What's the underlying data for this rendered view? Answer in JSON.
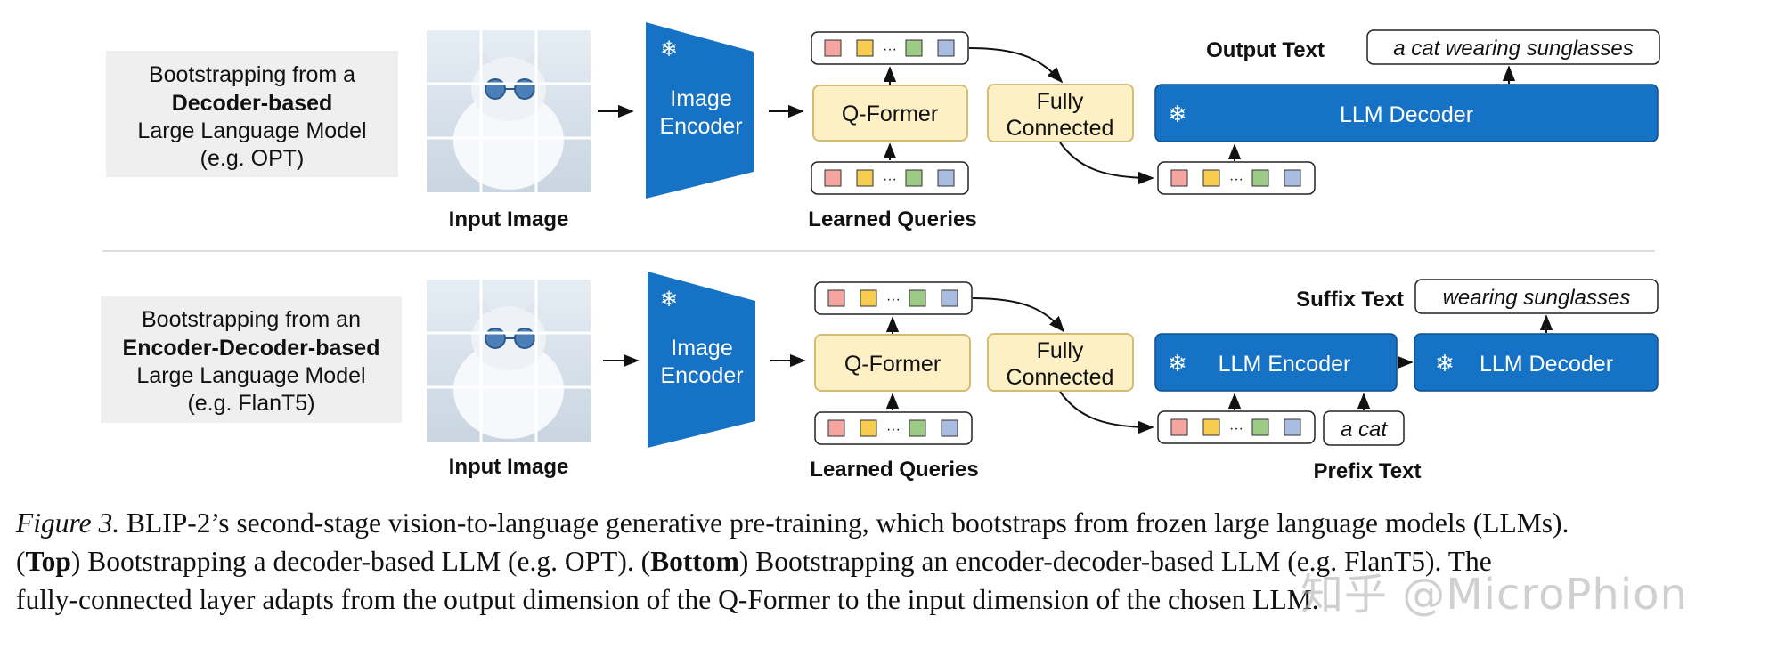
{
  "top_panel": {
    "description_lines": [
      "Bootstrapping from a",
      "Decoder-based",
      "Large Language Model",
      "(e.g. OPT)"
    ],
    "input_image_label": "Input Image",
    "image_encoder_lines": [
      "Image",
      "Encoder"
    ],
    "qformer_label": "Q-Former",
    "learned_queries_label": "Learned Queries",
    "fc_lines": [
      "Fully",
      "Connected"
    ],
    "llm_decoder_label": "LLM Decoder",
    "output_text_label": "Output Text",
    "output_text_value": "a cat wearing sunglasses"
  },
  "bottom_panel": {
    "description_lines": [
      "Bootstrapping from an",
      "Encoder-Decoder-based",
      "Large Language Model",
      "(e.g. FlanT5)"
    ],
    "input_image_label": "Input Image",
    "image_encoder_lines": [
      "Image",
      "Encoder"
    ],
    "qformer_label": "Q-Former",
    "learned_queries_label": "Learned Queries",
    "fc_lines": [
      "Fully",
      "Connected"
    ],
    "llm_encoder_label": "LLM Encoder",
    "llm_decoder_label": "LLM Decoder",
    "suffix_text_label": "Suffix Text",
    "suffix_text_value": "wearing sunglasses",
    "prefix_text_label": "Prefix Text",
    "prefix_text_value": "a cat"
  },
  "token_ellipsis": "···",
  "snowflake": "❄",
  "token_colors": [
    "#f5a5a0",
    "#f6cd4f",
    "#9ccb86",
    "#a8bde0"
  ],
  "colors": {
    "encoder_blue": "#1672c4",
    "qformer_fill": "#fdf0c4",
    "qformer_stroke": "#d4bd73",
    "desc_bg": "#efefef",
    "image_bg": "#d9e2ec"
  },
  "caption": {
    "figure_label": "Figure 3.",
    "line1": "BLIP-2’s second-stage vision-to-language generative pre-training, which bootstraps from frozen large language models (LLMs).",
    "line2_open": "(",
    "line2_top": "Top",
    "line2_mid": ") Bootstrapping a decoder-based LLM (e.g. OPT). (",
    "line2_bottom": "Bottom",
    "line2_end": ") Bootstrapping an encoder-decoder-based LLM (e.g. FlanT5). The",
    "line3": "fully-connected layer adapts from the output dimension of the Q-Former to the input dimension of the chosen LLM."
  },
  "watermark": "知乎 @MicroPhion"
}
